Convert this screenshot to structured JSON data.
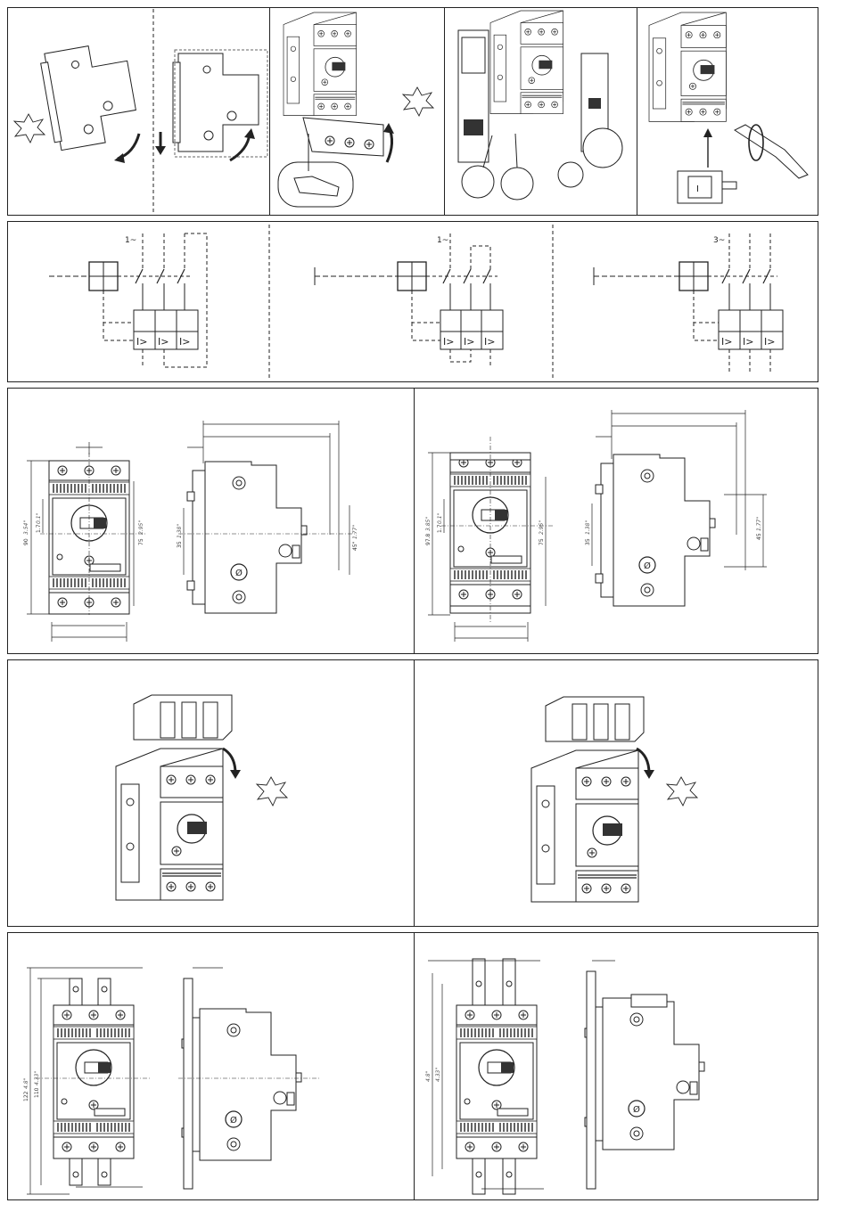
{
  "schematics": [
    {
      "label": "1~"
    },
    {
      "label": "1~"
    },
    {
      "label": "3~"
    }
  ],
  "dimensions": {
    "mid_left": {
      "h90": "90",
      "h90_in": "3.54\"",
      "d17": "1.7",
      "d17_in": "0.1\"",
      "h75": "75",
      "h75_in": "2.95\"",
      "h35": "35",
      "h35_in": "1.38\"",
      "h45": "45\"",
      "h45_in": "1.77\""
    },
    "mid_right": {
      "h978": "97.8",
      "h978_in": "3.85\"",
      "d17": "1.7",
      "d17_in": "0.1\"",
      "h75": "75",
      "h75_in": "2.95\"",
      "h35": "35",
      "h35_in": "1.38\"",
      "h45": "45",
      "h45_in": "1.77\""
    },
    "bot_left": {
      "h122": "122",
      "h122_in": "4.8\"",
      "h110": "110",
      "h110_in": "4.33\""
    },
    "bot_right": {
      "h122_in": "4.8\"",
      "h110_in": "4.33\""
    }
  }
}
